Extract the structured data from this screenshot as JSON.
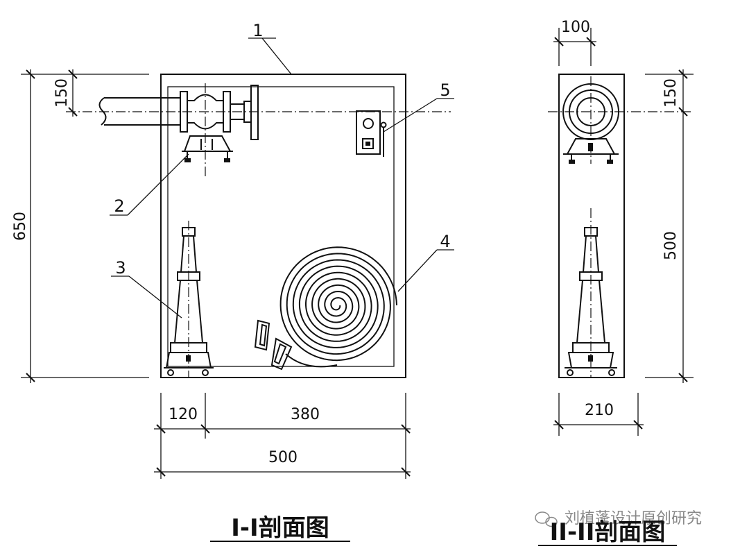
{
  "dimensions": {
    "overall_height": "650",
    "inlet_offset_left": "150",
    "left_bay_width": "120",
    "right_bay_width": "380",
    "overall_width": "500",
    "pipe_width": "100",
    "inlet_offset_right": "150",
    "inner_height": "500",
    "depth": "210"
  },
  "callouts": [
    "1",
    "2",
    "3",
    "4",
    "5"
  ],
  "titles": {
    "section_1": "I-I剖面图",
    "section_2": "II-II剖面图"
  },
  "watermark": "刘植蓬设计原创研究"
}
